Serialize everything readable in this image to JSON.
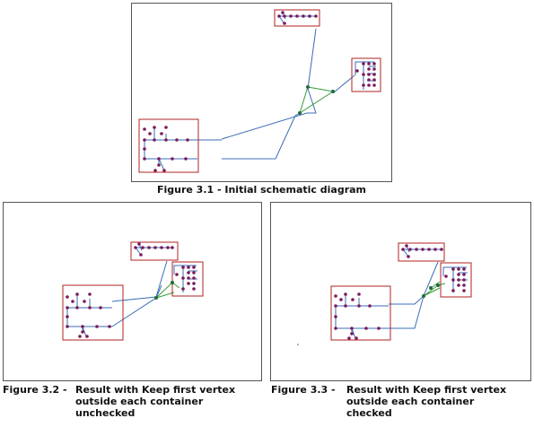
{
  "figures": [
    {
      "id": "fig-3-1",
      "caption_lines": [
        "Figure 3.1 - Initial schematic diagram"
      ]
    },
    {
      "id": "fig-3-2",
      "caption_prefix": "Figure 3.2 -",
      "caption_lines": [
        "Result with Keep first vertex",
        "outside each container",
        "unchecked"
      ]
    },
    {
      "id": "fig-3-3",
      "caption_prefix": "Figure 3.3 -",
      "caption_lines": [
        "Result with Keep first vertex",
        "outside each container",
        "checked"
      ]
    }
  ],
  "colors": {
    "container_border": "#b22222",
    "link_blue": "#3b6cb7",
    "link_green": "#3a9a3a",
    "node_fill": "#7a1a5a",
    "junction_fill": "#1f6b3a",
    "panel_border": "#555555"
  }
}
